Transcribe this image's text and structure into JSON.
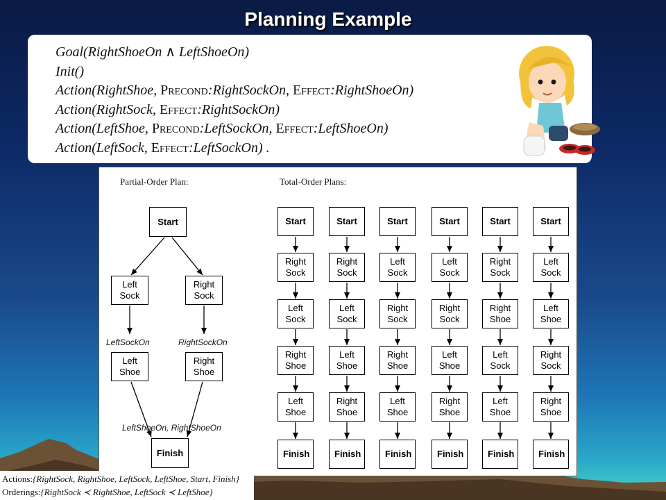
{
  "slide": {
    "title": "Planning Example"
  },
  "definitions": [
    {
      "pre": "Goal(",
      "parts": [
        {
          "t": "RightShoeOn ∧ LeftShoeOn",
          "sc": false
        }
      ],
      "post": ")"
    },
    {
      "pre": "Init()",
      "parts": [],
      "post": ""
    },
    {
      "pre": "Action(",
      "parts": [
        {
          "t": "RightShoe, ",
          "sc": false
        },
        {
          "t": "Precond",
          "sc": true
        },
        {
          "t": ":RightSockOn, ",
          "sc": false
        },
        {
          "t": "Effect",
          "sc": true
        },
        {
          "t": ":RightShoeOn",
          "sc": false
        }
      ],
      "post": ")"
    },
    {
      "pre": "Action(",
      "parts": [
        {
          "t": "RightSock, ",
          "sc": false
        },
        {
          "t": "Effect",
          "sc": true
        },
        {
          "t": ":RightSockOn",
          "sc": false
        }
      ],
      "post": ")"
    },
    {
      "pre": "Action(",
      "parts": [
        {
          "t": "LeftShoe, ",
          "sc": false
        },
        {
          "t": "Precond",
          "sc": true
        },
        {
          "t": ":LeftSockOn, ",
          "sc": false
        },
        {
          "t": "Effect",
          "sc": true
        },
        {
          "t": ":LeftShoeOn",
          "sc": false
        }
      ],
      "post": ")"
    },
    {
      "pre": "Action(",
      "parts": [
        {
          "t": "LeftSock, ",
          "sc": false
        },
        {
          "t": "Effect",
          "sc": true
        },
        {
          "t": ":LeftSockOn",
          "sc": false
        }
      ],
      "post": ") ."
    }
  ],
  "partial_order": {
    "caption": "Partial-Order Plan:",
    "start": "Start",
    "left_sock": "Left Sock",
    "right_sock": "Right Sock",
    "left_shoe": "Left Shoe",
    "right_shoe": "Right Shoe",
    "finish": "Finish",
    "cond_left": "LeftSockOn",
    "cond_right": "RightSockOn",
    "cond_finish": "LeftShoeOn, RightShoeOn"
  },
  "total_order": {
    "caption": "Total-Order Plans:",
    "plans": [
      [
        "Start",
        "Right Sock",
        "Left Sock",
        "Right Shoe",
        "Left Shoe",
        "Finish"
      ],
      [
        "Start",
        "Right Sock",
        "Left Sock",
        "Left Shoe",
        "Right Shoe",
        "Finish"
      ],
      [
        "Start",
        "Left Sock",
        "Right Sock",
        "Right Shoe",
        "Left Shoe",
        "Finish"
      ],
      [
        "Start",
        "Left Sock",
        "Right Sock",
        "Left Shoe",
        "Right Shoe",
        "Finish"
      ],
      [
        "Start",
        "Right Sock",
        "Right Shoe",
        "Left Sock",
        "Left Shoe",
        "Finish"
      ],
      [
        "Start",
        "Left Sock",
        "Left Shoe",
        "Right Sock",
        "Right Shoe",
        "Finish"
      ]
    ]
  },
  "legend": {
    "actions_label": "Actions:",
    "actions": "{RightSock, RightShoe, LeftSock, LeftShoe, Start, Finish}",
    "orderings_label": "Orderings:",
    "orderings": "{RightSock ≺ RightShoe, LeftSock ≺ LeftShoe}"
  }
}
